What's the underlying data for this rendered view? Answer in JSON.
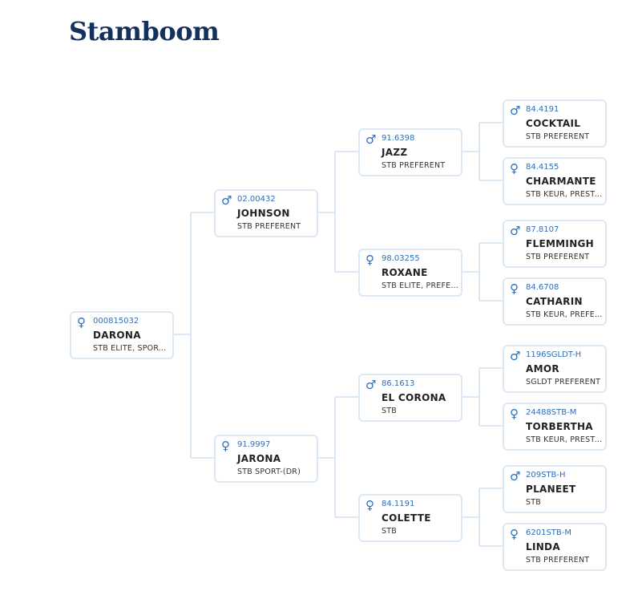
{
  "page": {
    "title": "Stamboom"
  },
  "colors": {
    "title": "#13315c",
    "accent": "#2e6eb7",
    "card_border": "#dce8f3",
    "connector": "#dce8f3"
  },
  "horses": {
    "darona": {
      "reg": "000815032",
      "name": "DARONA",
      "predicate": "STB ELITE, SPORT-(DR)",
      "sex_icon": "female-icon"
    },
    "johnson": {
      "reg": "02.00432",
      "name": "JOHNSON",
      "predicate": "STB PREFERENT",
      "sex_icon": "male-icon"
    },
    "jarona": {
      "reg": "91.9997",
      "name": "JARONA",
      "predicate": "STB SPORT-(DR)",
      "sex_icon": "female-icon"
    },
    "jazz": {
      "reg": "91.6398",
      "name": "JAZZ",
      "predicate": "STB PREFERENT",
      "sex_icon": "male-icon"
    },
    "roxane": {
      "reg": "98.03255",
      "name": "ROXANE",
      "predicate": "STB ELITE, PREFERENT",
      "sex_icon": "female-icon"
    },
    "el_corona": {
      "reg": "86.1613",
      "name": "EL CORONA",
      "predicate": "STB",
      "sex_icon": "male-icon"
    },
    "colette": {
      "reg": "84.1191",
      "name": "COLETTE",
      "predicate": "STB",
      "sex_icon": "female-icon"
    },
    "cocktail": {
      "reg": "84.4191",
      "name": "COCKTAIL",
      "predicate": "STB PREFERENT",
      "sex_icon": "male-icon"
    },
    "charmante": {
      "reg": "84.4155",
      "name": "CHARMANTE",
      "predicate": "STB KEUR, PRESTATIE",
      "sex_icon": "female-icon"
    },
    "flemmingh": {
      "reg": "87.8107",
      "name": "FLEMMINGH",
      "predicate": "STB PREFERENT",
      "sex_icon": "male-icon"
    },
    "catharin": {
      "reg": "84.6708",
      "name": "CATHARIN",
      "predicate": "STB KEUR, PREFERENT",
      "sex_icon": "female-icon"
    },
    "amor": {
      "reg": "1196SGLDT-H",
      "name": "AMOR",
      "predicate": "SGLDT PREFERENT",
      "sex_icon": "male-icon"
    },
    "torbertha": {
      "reg": "24488STB-M",
      "name": "TORBERTHA",
      "predicate": "STB KEUR, PRESTATIE",
      "sex_icon": "female-icon"
    },
    "planeet": {
      "reg": "209STB-H",
      "name": "PLANEET",
      "predicate": "STB",
      "sex_icon": "male-icon"
    },
    "linda": {
      "reg": "6201STB-M",
      "name": "LINDA",
      "predicate": "STB PREFERENT",
      "sex_icon": "female-icon"
    }
  }
}
